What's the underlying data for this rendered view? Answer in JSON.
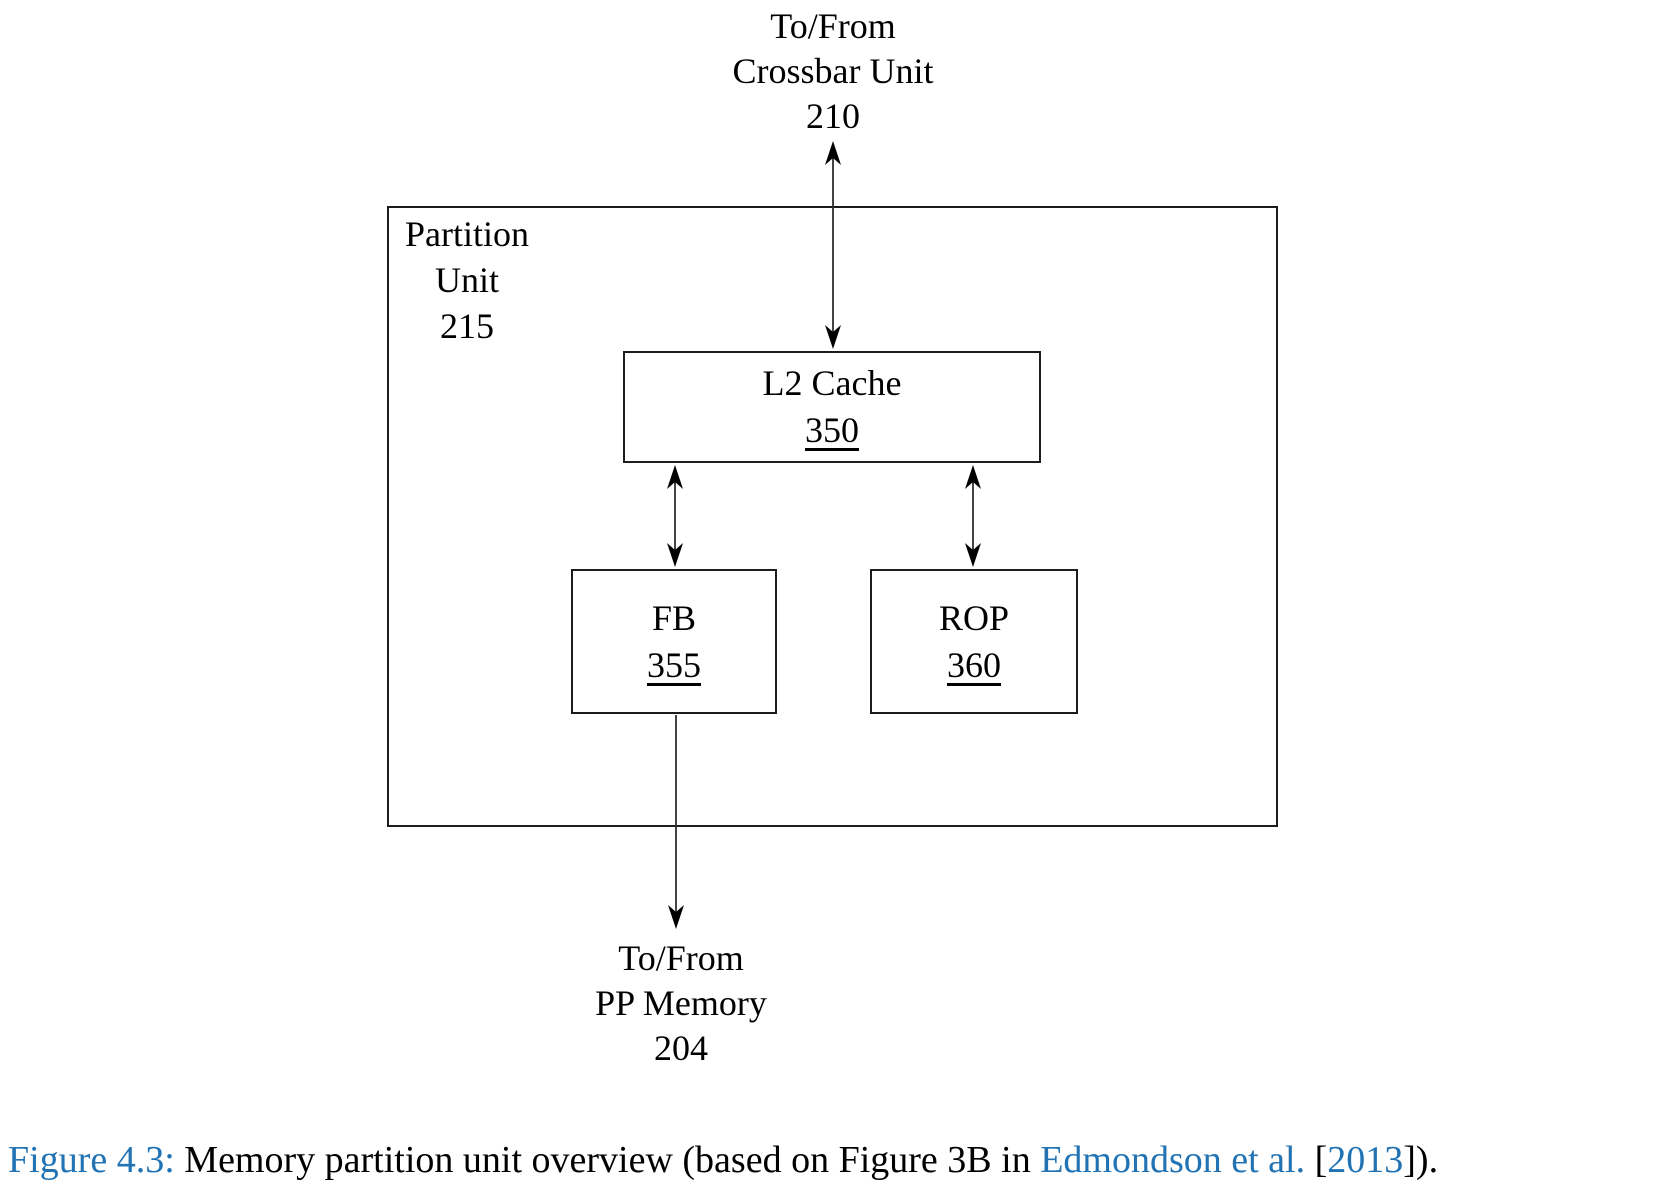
{
  "figure": {
    "top_label": {
      "lines": [
        "To/From",
        "Crossbar Unit",
        "210"
      ]
    },
    "partition_box": {
      "lines": [
        "Partition",
        "Unit",
        "215"
      ]
    },
    "l2_cache": {
      "title": "L2 Cache",
      "ref": "350"
    },
    "fb": {
      "title": "FB",
      "ref": "355"
    },
    "rop": {
      "title": "ROP",
      "ref": "360"
    },
    "bottom_label": {
      "lines": [
        "To/From",
        "PP Memory",
        "204"
      ]
    },
    "arrows": [
      {
        "name": "crossbar-to-l2",
        "type": "double-headed-vertical"
      },
      {
        "name": "l2-to-fb",
        "type": "double-headed-vertical"
      },
      {
        "name": "l2-to-rop",
        "type": "double-headed-vertical"
      },
      {
        "name": "fb-to-pp-memory",
        "type": "single-headed-down"
      }
    ]
  },
  "caption": {
    "label": "Figure 4.3:",
    "body": " Memory partition unit overview (based on Figure 3B in ",
    "citation_authors": "Edmondson et al.",
    "citation_pre_year": " [",
    "citation_year": "2013",
    "citation_post": "])."
  },
  "colors": {
    "link_blue": "#2173b4",
    "ink": "#000000",
    "line": "#2f2f2f",
    "background": "#ffffff"
  }
}
